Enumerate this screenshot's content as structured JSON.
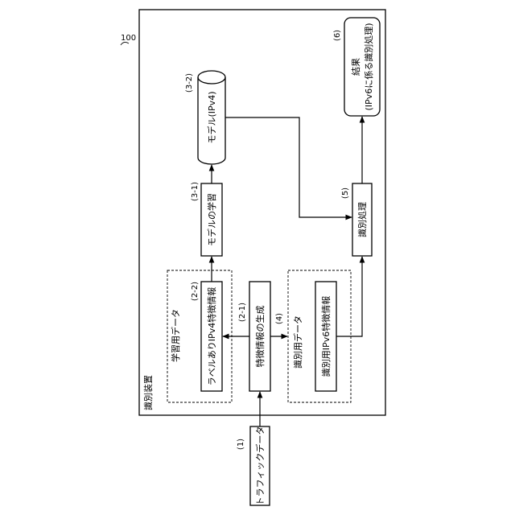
{
  "device": {
    "ref": "100",
    "label": "識別装置"
  },
  "traffic": {
    "ref": "(1)",
    "label": "トラフィックデータ"
  },
  "training_group": {
    "label": "学習用データ"
  },
  "labeled_features": {
    "ref": "(2-2)",
    "label": "ラベルありIPv4特徴情報"
  },
  "feature_gen": {
    "ref_top": "(2-1)",
    "ref_bottom": "(4)",
    "label": "特徴情報の生成"
  },
  "id_group": {
    "label": "識別用データ"
  },
  "ipv6_features": {
    "label": "識別用IPv6特徴情報"
  },
  "model_learning": {
    "ref": "(3-1)",
    "label": "モデルの学習"
  },
  "model": {
    "ref": "(3-2)",
    "label": "モデル(IPv4)"
  },
  "identify": {
    "ref": "(5)",
    "label": "識別処理"
  },
  "result": {
    "ref": "(6)",
    "line1": "結果",
    "line2": "(IPv6に係る識別処理)"
  }
}
